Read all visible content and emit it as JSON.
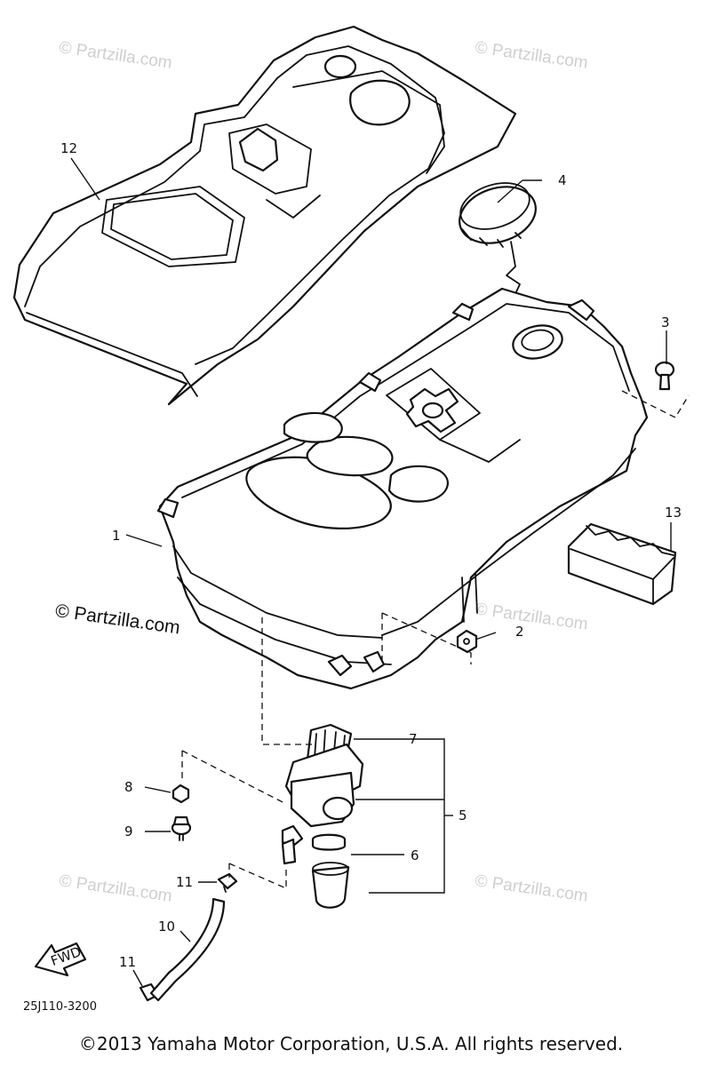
{
  "watermark": "© Partzilla.com",
  "diagram_code": "25J110-3200",
  "fwd_label": "FWD",
  "copyright": "©2013 Yamaha Motor Corporation, U.S.A. All rights reserved.",
  "callouts": {
    "c1": "1",
    "c2": "2",
    "c3": "3",
    "c4": "4",
    "c5": "5",
    "c6": "6",
    "c7": "7",
    "c8": "8",
    "c9": "9",
    "c10": "10",
    "c11a": "11",
    "c11b": "11",
    "c12": "12",
    "c13": "13"
  }
}
